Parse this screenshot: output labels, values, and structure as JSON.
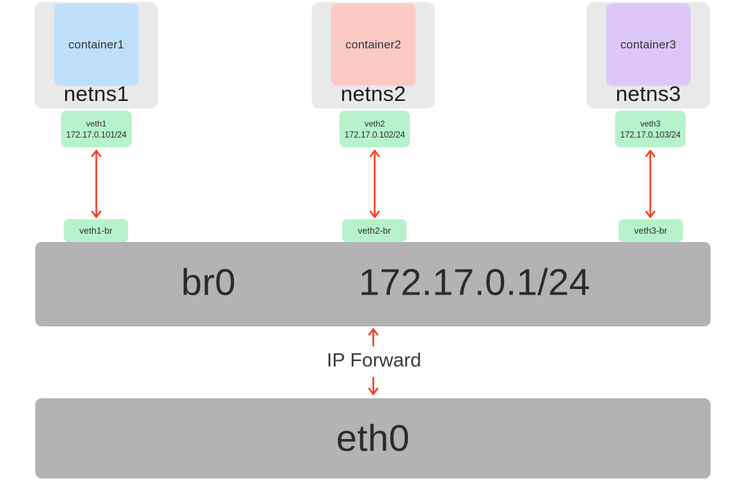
{
  "colors": {
    "arrow": "#f4432a",
    "bar_gray": "#b3b3b3",
    "netns_gray": "#e9e9ea",
    "veth_green": "#b7f2cc",
    "container1_blue": "#bfe0fb",
    "container2_pink": "#fccac4",
    "container3_purple": "#ddc7f8"
  },
  "namespaces": [
    {
      "name": "netns1",
      "container_label": "container1",
      "container_color": "#bfe0fb",
      "veth_name": "veth1",
      "veth_ip": "172.17.0.101/24",
      "veth_br": "veth1-br"
    },
    {
      "name": "netns2",
      "container_label": "container2",
      "container_color": "#fccac4",
      "veth_name": "veth2",
      "veth_ip": "172.17.0.102/24",
      "veth_br": "veth2-br"
    },
    {
      "name": "netns3",
      "container_label": "container3",
      "container_color": "#ddc7f8",
      "veth_name": "veth3",
      "veth_ip": "172.17.0.103/24",
      "veth_br": "veth3-br"
    }
  ],
  "bridge": {
    "name": "br0",
    "ip": "172.17.0.1/24"
  },
  "forward": {
    "label": "IP Forward"
  },
  "external_interface": {
    "name": "eth0"
  }
}
